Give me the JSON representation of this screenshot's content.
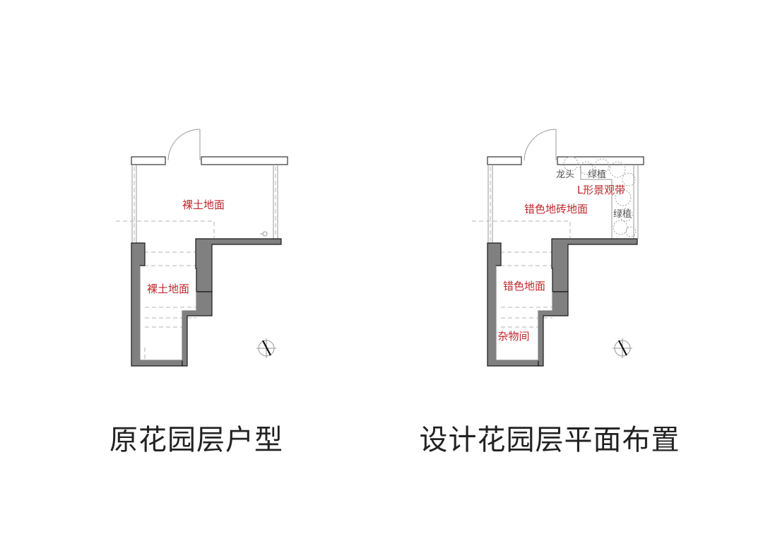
{
  "plans": [
    {
      "title": "原花园层户型",
      "labels": {
        "upper_room": "裸土地面",
        "lower_room": "裸土地面"
      }
    },
    {
      "title": "设计花园层平面布置",
      "labels": {
        "upper_room": "错色地砖地面",
        "lower_room": "错色地面",
        "storage": "杂物间",
        "faucet": "龙头",
        "plants_top": "绿植",
        "plants_side": "绿植",
        "landscape_strip": "L形景观带"
      }
    }
  ],
  "colors": {
    "label_red": "#c0272d",
    "wall_fill": "#808080",
    "title_text": "#222222"
  },
  "icons": [
    "door-swing-icon",
    "north-compass-icon",
    "plant-icon"
  ]
}
